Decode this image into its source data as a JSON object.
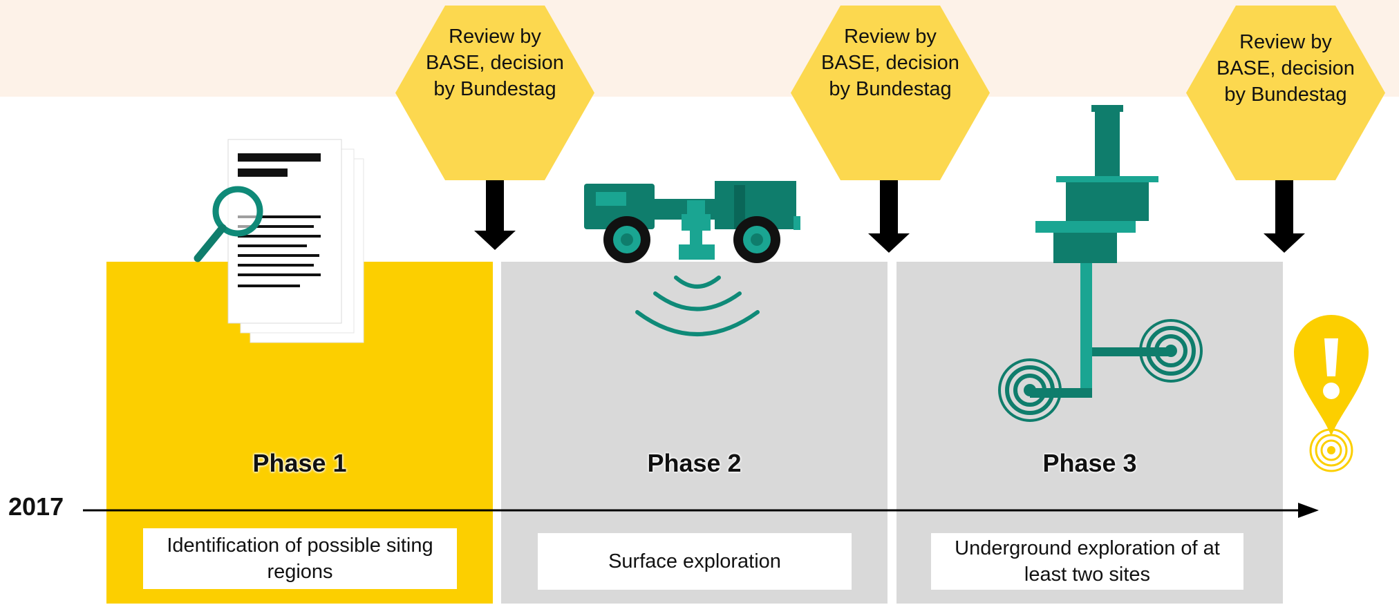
{
  "timeline": {
    "start_year": "2017",
    "phases": [
      {
        "title": "Phase 1",
        "description": "Identification of possible siting regions"
      },
      {
        "title": "Phase 2",
        "description": "Surface exploration"
      },
      {
        "title": "Phase 3",
        "description": "Underground exploration of at least two sites"
      }
    ],
    "reviews": [
      {
        "text": "Review by BASE, decision by Bundestag"
      },
      {
        "text": "Review by BASE, decision by Bundestag"
      },
      {
        "text": "Review by BASE, decision by Bundestag"
      }
    ]
  },
  "colors": {
    "phase1_bg": "#fccf00",
    "phase_bg": "#d9d9d9",
    "hexagon": "#fcd84f",
    "teal": "#0f7d6c",
    "teal_light": "#1aa592",
    "top_band": "#fdf2e8"
  },
  "icons": {
    "phase1": "document-magnifier-icon",
    "phase2": "seismic-truck-icon",
    "phase3": "drilling-shaft-icon",
    "final": "location-pin-exclamation-icon"
  }
}
